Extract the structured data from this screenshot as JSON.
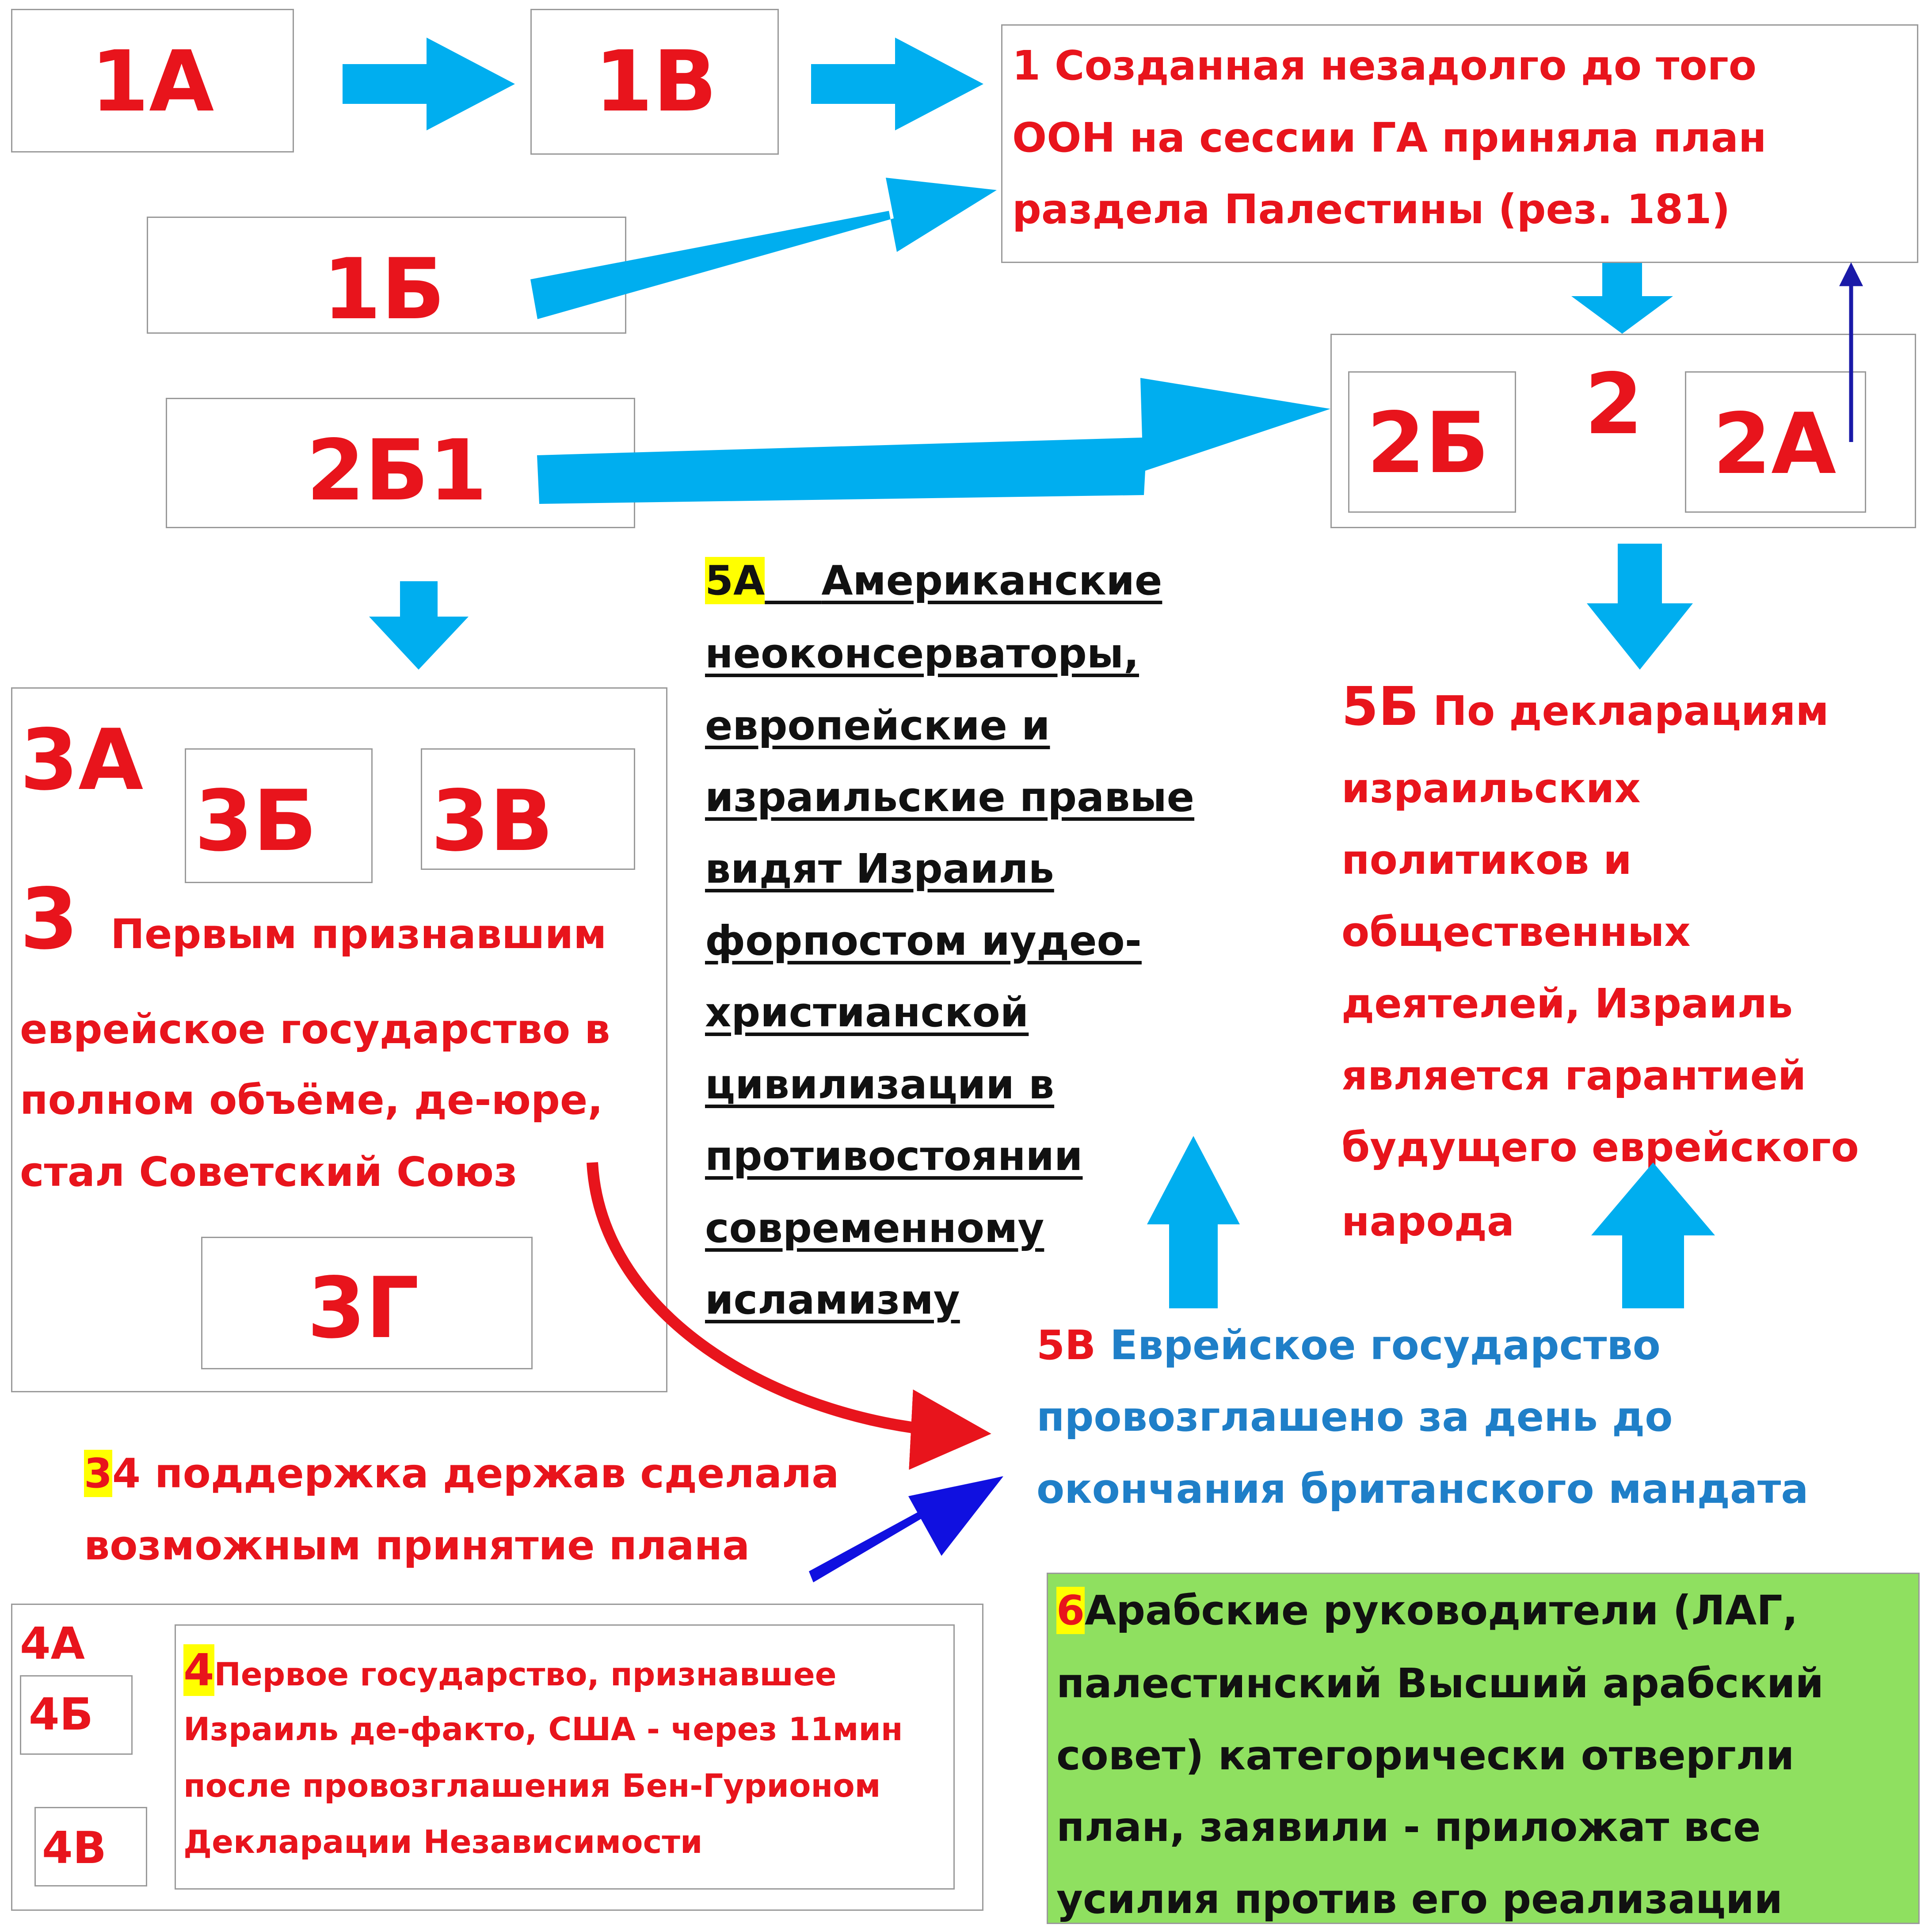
{
  "labels": {
    "l1A": "1А",
    "l1V": "1В",
    "l1B": "1Б",
    "l2B1": "2Б1",
    "l2B": "2Б",
    "l2": "2",
    "l2A": "2А",
    "l3A": "3А",
    "l3B": "3Б",
    "l3V": "3В",
    "l3": "3",
    "l3G": "3Г",
    "l4A": "4А",
    "l4B": "4Б",
    "l4V": "4В"
  },
  "box1": {
    "lines": [
      "1 Созданная незадолго до того",
      "ООН на сессии ГА приняла план",
      "раздела Палестины (рез. 181)"
    ]
  },
  "box3": {
    "line1": "Первым признавшим",
    "lines": [
      "еврейское государство в",
      "полном объёме, де-юре,",
      "стал Советский Союз"
    ]
  },
  "text5A": {
    "tag": "5А",
    "line1": "Американские",
    "lines": [
      "неоконсерваторы,",
      "европейские и",
      "израильские правые",
      "видят Израиль",
      "форпостом иудео-",
      "христианской",
      "цивилизации в",
      "противостоянии",
      "современному",
      "исламизму"
    ]
  },
  "text5B": {
    "tag": "5Б",
    "line1": "По декларациям",
    "lines": [
      "израильских",
      "политиков и",
      "общественных",
      "деятелей, Израиль",
      "является гарантией",
      "будущего еврейского",
      "народа"
    ]
  },
  "text5V": {
    "tag": "5В",
    "line1": "Еврейское государство",
    "lines": [
      "провозглашено за день до",
      "окончания британского мандата"
    ]
  },
  "text34": {
    "tag": "3",
    "line1": "4 поддержка держав сделала",
    "line2": "возможным принятие плана"
  },
  "box4": {
    "tag": "4",
    "line1": "Первое государство, признавшее",
    "lines": [
      "Израиль де-факто, США - через 11мин",
      "после провозглашения Бен-Гурионом",
      "Декларации Независимости"
    ]
  },
  "box6": {
    "tag": "6",
    "line1": "Арабские руководители (ЛАГ,",
    "lines": [
      "палестинский Высший арабский",
      "совет) категорически отвергли",
      "план, заявили - приложат все",
      "усилия против его реализации"
    ]
  },
  "colors": {
    "red": "#e8141c",
    "cyan": "#00aeef",
    "blue": "#1010e0",
    "navy": "#1a1aa8",
    "green": "#8fe060"
  }
}
